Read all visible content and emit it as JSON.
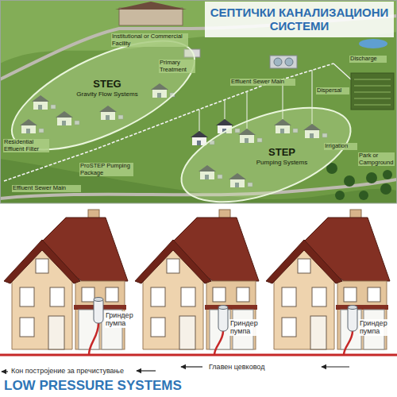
{
  "diagram": {
    "title": "СЕПТИЧКИ КАНАЛИЗАЦИОНИ СИСТЕМИ",
    "caption": "LOW PRESSURE SYSTEMS",
    "nodes": [
      {
        "text": [
          "STEG",
          "Gravity Flow Systems"
        ]
      },
      {
        "text": [
          "STEP",
          "Pumping Systems"
        ]
      }
    ],
    "labels": [
      "Institutional or Commercial Facility",
      "Primary Treatment",
      "Residential Effluent Filter",
      "Effluent Sewer Main",
      "Effluent Sewer Main",
      "ProSTEP Pumping Package",
      "Discharge",
      "Dispersal",
      "Irrigation",
      "Park or Campground",
      "Гриндер пумпа",
      "Гриндер пумпа",
      "Гриндер пумпа",
      "Главен цевковод",
      "Кон постројение за пречистување"
    ]
  }
}
